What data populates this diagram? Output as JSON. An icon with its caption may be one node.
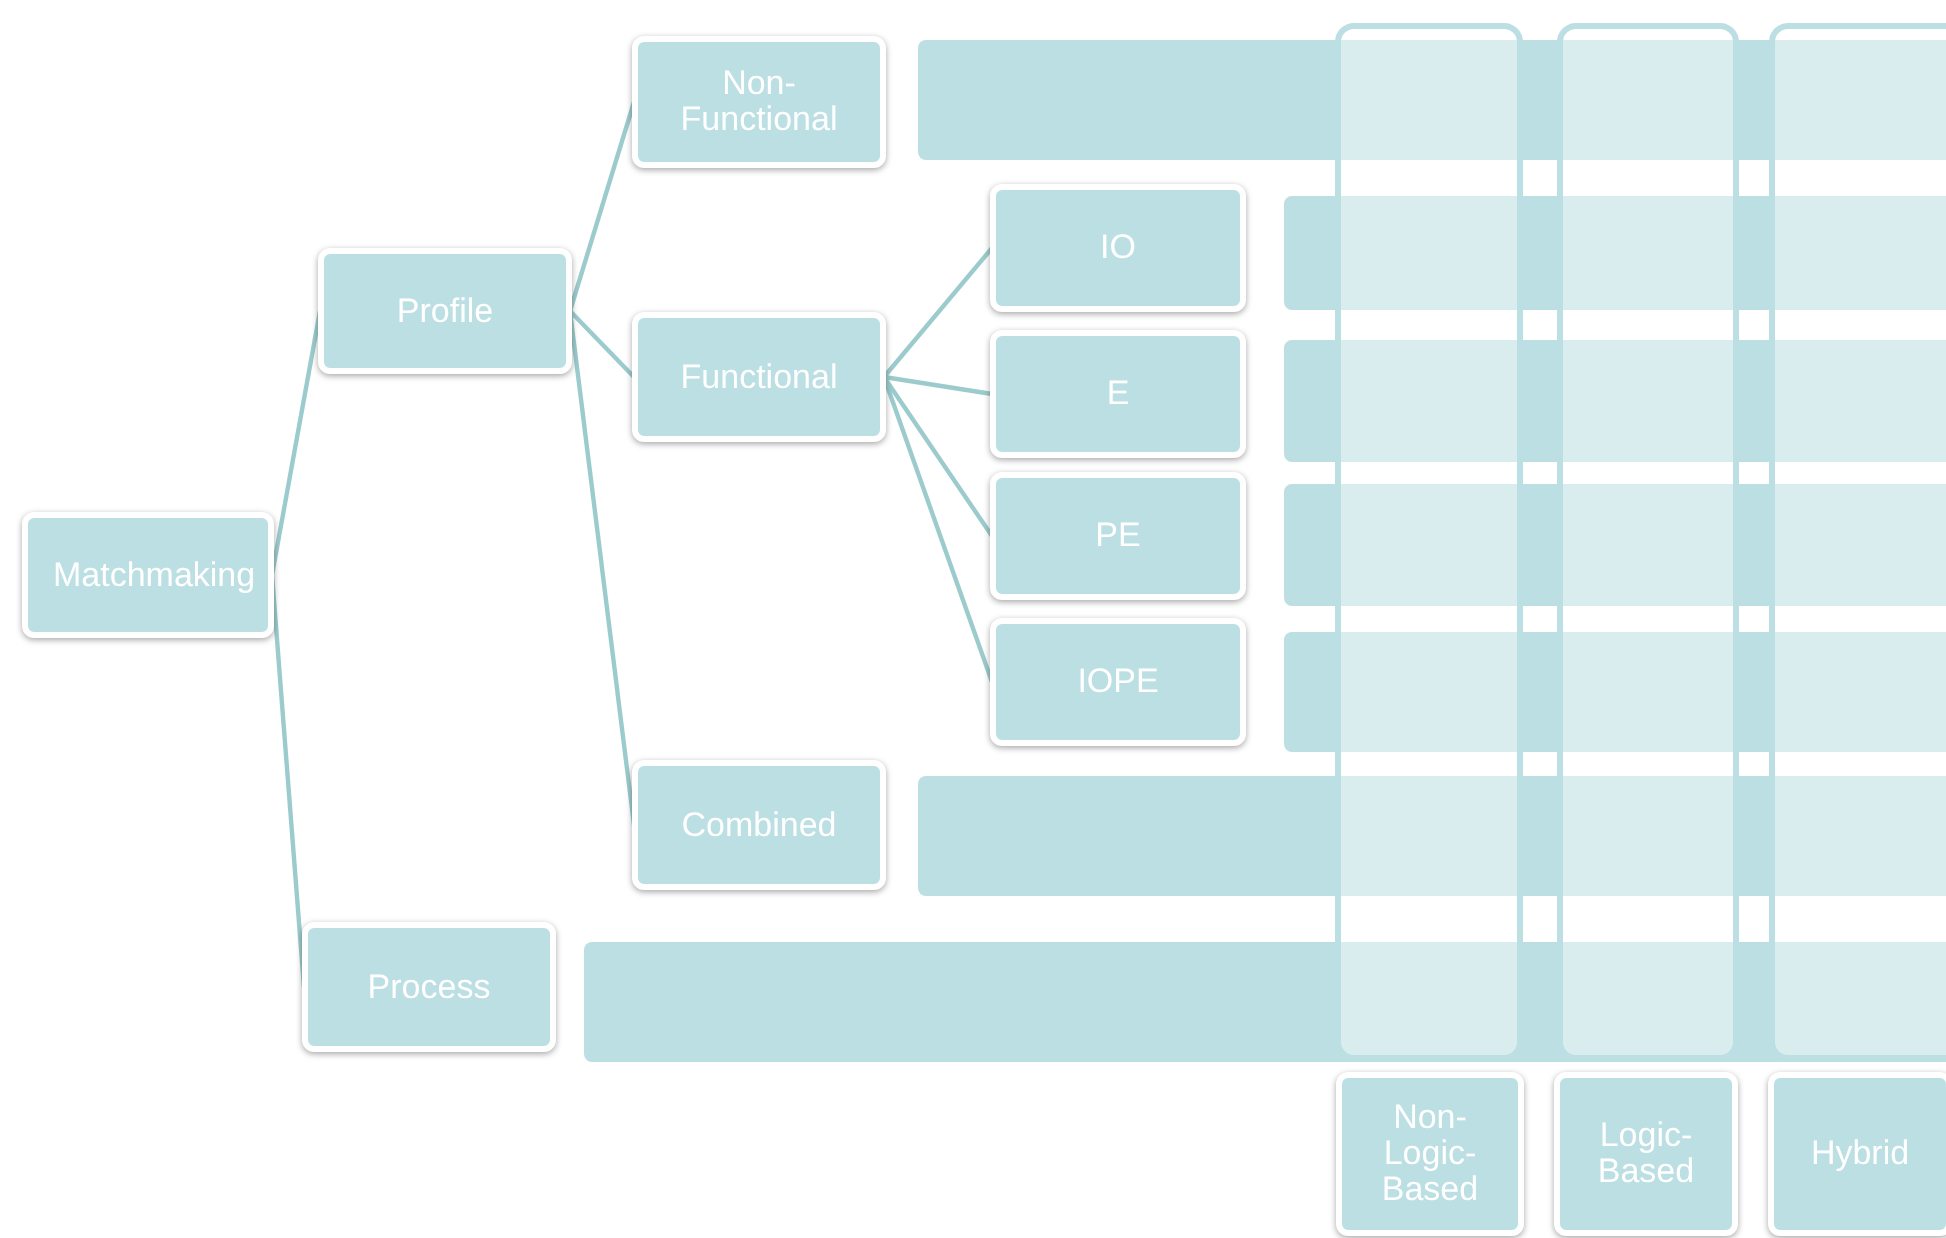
{
  "diagram": {
    "nodes": [
      {
        "text": [
          "Matchmaking"
        ]
      },
      {
        "text": [
          "Profile"
        ]
      },
      {
        "text": [
          "Non-Functional"
        ]
      },
      {
        "text": [
          "Functional"
        ]
      },
      {
        "text": [
          "IO"
        ]
      },
      {
        "text": [
          "E"
        ]
      },
      {
        "text": [
          "PE"
        ]
      },
      {
        "text": [
          "IOPE"
        ]
      },
      {
        "text": [
          "Combined"
        ]
      },
      {
        "text": [
          "Process"
        ]
      },
      {
        "text": [
          "Non-Logic-Based"
        ]
      },
      {
        "text": [
          "Logic-Based"
        ]
      },
      {
        "text": [
          "Hybrid"
        ]
      }
    ],
    "edges": [
      {
        "from": 0,
        "to": 1,
        "arrow": "none"
      },
      {
        "from": 0,
        "to": 9,
        "arrow": "none"
      },
      {
        "from": 1,
        "to": 2,
        "arrow": "none"
      },
      {
        "from": 1,
        "to": 3,
        "arrow": "none"
      },
      {
        "from": 1,
        "to": 8,
        "arrow": "none"
      },
      {
        "from": 3,
        "to": 4,
        "arrow": "none"
      },
      {
        "from": 3,
        "to": 5,
        "arrow": "none"
      },
      {
        "from": 3,
        "to": 6,
        "arrow": "none"
      },
      {
        "from": 3,
        "to": 7,
        "arrow": "none"
      }
    ]
  }
}
